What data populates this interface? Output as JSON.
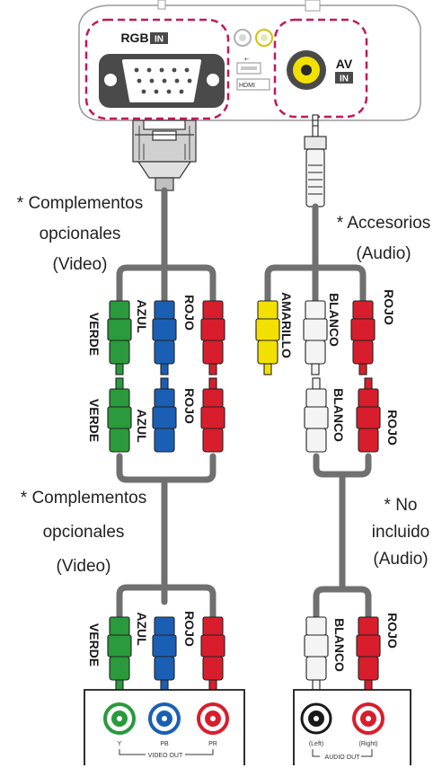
{
  "projector": {
    "rgb_label": "RGB",
    "rgb_badge": "IN",
    "av_label": "AV",
    "av_badge": "IN",
    "hdmi_label": "HDMI",
    "usb_symbol": "⇠"
  },
  "notes": {
    "video_optional_top": [
      "* Complementos",
      "opcionales",
      "(Video)"
    ],
    "audio_accessories": [
      "* Accesorios",
      "(Audio)"
    ],
    "video_optional_bottom": [
      "* Complementos",
      "opcionales",
      "(Video)"
    ],
    "audio_not_included": [
      "* No",
      "incluido",
      "(Audio)"
    ]
  },
  "connectors": {
    "row1_left": [
      "VERDE",
      "AZUL",
      "ROJO"
    ],
    "row1_right": [
      "AMARILLO",
      "BLANCO",
      "ROJO"
    ],
    "row2_left": [
      "VERDE",
      "AZUL",
      "ROJO"
    ],
    "row2_right": [
      "BLANCO",
      "ROJO"
    ],
    "row3_left": [
      "VERDE",
      "AZUL",
      "ROJO"
    ],
    "row3_right": [
      "BLANCO",
      "ROJO"
    ]
  },
  "video_device": {
    "jack_labels": [
      "Y",
      "PB",
      "PR"
    ],
    "caption": "VIDEO OUT"
  },
  "audio_device": {
    "jack_labels": [
      "(Left)",
      "(Right)"
    ],
    "caption": "AUDIO OUT"
  },
  "colors": {
    "green": "#2a9a3c",
    "blue": "#1a5fb4",
    "red": "#d81e2c",
    "yellow": "#f2e000",
    "white": "#f4f4f4",
    "cable": "#707070",
    "dashed_highlight": "#c2185b"
  }
}
